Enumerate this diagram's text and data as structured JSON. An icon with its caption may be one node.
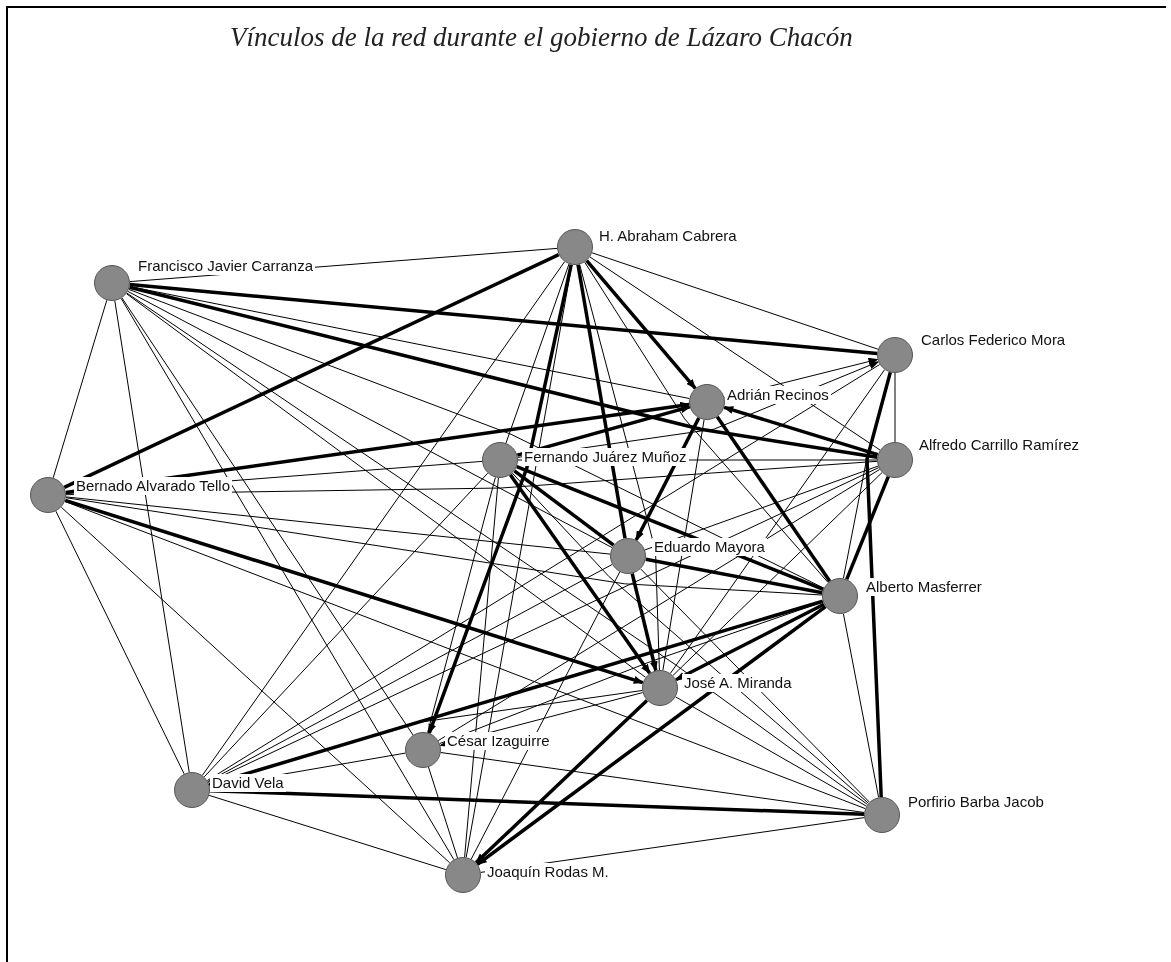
{
  "diagram": {
    "title": "Vínculos de la red durante el gobierno de Lázaro Chacón",
    "nodes": [
      {
        "text": [],
        "shape": "circle",
        "beside": [
          "H. Abraham Cabrera"
        ]
      },
      {
        "text": [],
        "shape": "circle",
        "beside": [
          "Francisco Javier Carranza"
        ]
      },
      {
        "text": [],
        "shape": "circle",
        "beside": [
          "Carlos Federico Mora"
        ]
      },
      {
        "text": [],
        "shape": "circle",
        "beside": [
          "Adrián Recinos"
        ]
      },
      {
        "text": [],
        "shape": "circle",
        "beside": [
          "Fernando Juárez Muñoz"
        ]
      },
      {
        "text": [],
        "shape": "circle",
        "beside": [
          "Alfredo Carrillo Ramírez"
        ]
      },
      {
        "text": [],
        "shape": "circle",
        "beside": [
          "Bernado Alvarado Tello"
        ]
      },
      {
        "text": [],
        "shape": "circle",
        "beside": [
          "Eduardo Mayora"
        ]
      },
      {
        "text": [],
        "shape": "circle",
        "beside": [
          "Alberto Masferrer"
        ]
      },
      {
        "text": [],
        "shape": "circle",
        "beside": [
          "José A. Miranda"
        ]
      },
      {
        "text": [],
        "shape": "circle",
        "beside": [
          "César Izaguirre"
        ]
      },
      {
        "text": [],
        "shape": "circle",
        "beside": [
          "David Vela"
        ]
      },
      {
        "text": [],
        "shape": "circle",
        "beside": [
          "Porfirio Barba Jacob"
        ]
      },
      {
        "text": [],
        "shape": "circle",
        "beside": [
          "Joaquín Rodas M."
        ]
      }
    ],
    "edges": [
      {
        "from": 1,
        "to": 0,
        "arrow": "none"
      },
      {
        "from": 6,
        "to": 0,
        "arrow": "none",
        "style": "thick"
      },
      {
        "from": 0,
        "to": 3,
        "arrow": "to",
        "style": "thick"
      },
      {
        "from": 0,
        "to": 2,
        "arrow": "none"
      },
      {
        "from": 0,
        "to": 5,
        "arrow": "none"
      },
      {
        "from": 0,
        "to": 4,
        "arrow": "none"
      },
      {
        "from": 0,
        "to": 7,
        "arrow": "none",
        "style": "thick"
      },
      {
        "from": 0,
        "to": 9,
        "arrow": "none"
      },
      {
        "from": 0,
        "to": 10,
        "arrow": "to",
        "style": "thick"
      },
      {
        "from": 0,
        "to": 11,
        "arrow": "none"
      },
      {
        "from": 0,
        "to": 13,
        "arrow": "none"
      },
      {
        "from": 0,
        "to": 8,
        "arrow": "none"
      },
      {
        "from": 1,
        "to": 2,
        "arrow": "none",
        "style": "thick"
      },
      {
        "from": 1,
        "to": 5,
        "arrow": "none",
        "style": "thick"
      },
      {
        "from": 1,
        "to": 3,
        "arrow": "none"
      },
      {
        "from": 1,
        "to": 6,
        "arrow": "none"
      },
      {
        "from": 1,
        "to": 11,
        "arrow": "none"
      },
      {
        "from": 1,
        "to": 13,
        "arrow": "none"
      },
      {
        "from": 1,
        "to": 10,
        "arrow": "none"
      },
      {
        "from": 1,
        "to": 9,
        "arrow": "none"
      },
      {
        "from": 1,
        "to": 7,
        "arrow": "none"
      },
      {
        "from": 1,
        "to": 8,
        "arrow": "none"
      },
      {
        "from": 1,
        "to": 12,
        "arrow": "none"
      },
      {
        "from": 6,
        "to": 3,
        "arrow": "to",
        "style": "thick"
      },
      {
        "from": 6,
        "to": 4,
        "arrow": "none"
      },
      {
        "from": 6,
        "to": 5,
        "arrow": "none"
      },
      {
        "from": 6,
        "to": 9,
        "arrow": "to",
        "style": "thick"
      },
      {
        "from": 6,
        "to": 7,
        "arrow": "none"
      },
      {
        "from": 6,
        "to": 8,
        "arrow": "none"
      },
      {
        "from": 6,
        "to": 11,
        "arrow": "none"
      },
      {
        "from": 6,
        "to": 13,
        "arrow": "none"
      },
      {
        "from": 6,
        "to": 12,
        "arrow": "none"
      },
      {
        "from": 5,
        "to": 3,
        "arrow": "to",
        "style": "thick"
      },
      {
        "from": 4,
        "to": 3,
        "arrow": "to",
        "style": "thick"
      },
      {
        "from": 3,
        "to": 7,
        "arrow": "to",
        "style": "thick"
      },
      {
        "from": 3,
        "to": 9,
        "arrow": "none"
      },
      {
        "from": 3,
        "to": 8,
        "arrow": "none",
        "style": "thick"
      },
      {
        "from": 3,
        "to": 2,
        "arrow": "to"
      },
      {
        "from": 4,
        "to": 5,
        "arrow": "none"
      },
      {
        "from": 4,
        "to": 9,
        "arrow": "to",
        "style": "thick"
      },
      {
        "from": 4,
        "to": 7,
        "arrow": "none",
        "style": "thick"
      },
      {
        "from": 4,
        "to": 8,
        "arrow": "none",
        "style": "thick"
      },
      {
        "from": 4,
        "to": 12,
        "arrow": "none"
      },
      {
        "from": 4,
        "to": 13,
        "arrow": "none"
      },
      {
        "from": 4,
        "to": 10,
        "arrow": "none"
      },
      {
        "from": 4,
        "to": 11,
        "arrow": "none"
      },
      {
        "from": 4,
        "to": 2,
        "arrow": "to"
      },
      {
        "from": 2,
        "to": 5,
        "arrow": "none"
      },
      {
        "from": 2,
        "to": 8,
        "arrow": "none"
      },
      {
        "from": 2,
        "to": 12,
        "arrow": "none",
        "style": "thick"
      },
      {
        "from": 2,
        "to": 9,
        "arrow": "none"
      },
      {
        "from": 2,
        "to": 11,
        "arrow": "none"
      },
      {
        "from": 5,
        "to": 8,
        "arrow": "none",
        "style": "thick"
      },
      {
        "from": 5,
        "to": 9,
        "arrow": "none"
      },
      {
        "from": 5,
        "to": 11,
        "arrow": "none"
      },
      {
        "from": 5,
        "to": 10,
        "arrow": "none"
      },
      {
        "from": 5,
        "to": 7,
        "arrow": "none"
      },
      {
        "from": 7,
        "to": 8,
        "arrow": "none",
        "style": "thick"
      },
      {
        "from": 7,
        "to": 9,
        "arrow": "to",
        "style": "thick"
      },
      {
        "from": 7,
        "to": 11,
        "arrow": "none"
      },
      {
        "from": 7,
        "to": 12,
        "arrow": "none"
      },
      {
        "from": 7,
        "to": 13,
        "arrow": "none"
      },
      {
        "from": 8,
        "to": 9,
        "arrow": "to",
        "style": "thick"
      },
      {
        "from": 8,
        "to": 11,
        "arrow": "to",
        "style": "thick"
      },
      {
        "from": 8,
        "to": 13,
        "arrow": "to",
        "style": "thick"
      },
      {
        "from": 8,
        "to": 12,
        "arrow": "none"
      },
      {
        "from": 8,
        "to": 10,
        "arrow": "none"
      },
      {
        "from": 9,
        "to": 13,
        "arrow": "to",
        "style": "thick"
      },
      {
        "from": 9,
        "to": 10,
        "arrow": "to"
      },
      {
        "from": 9,
        "to": 11,
        "arrow": "none"
      },
      {
        "from": 9,
        "to": 12,
        "arrow": "none"
      },
      {
        "from": 10,
        "to": 12,
        "arrow": "none"
      },
      {
        "from": 10,
        "to": 13,
        "arrow": "none"
      },
      {
        "from": 10,
        "to": 11,
        "arrow": "none"
      },
      {
        "from": 11,
        "to": 12,
        "arrow": "none",
        "style": "thick"
      },
      {
        "from": 11,
        "to": 13,
        "arrow": "none"
      },
      {
        "from": 12,
        "to": 13,
        "arrow": "none"
      }
    ]
  }
}
